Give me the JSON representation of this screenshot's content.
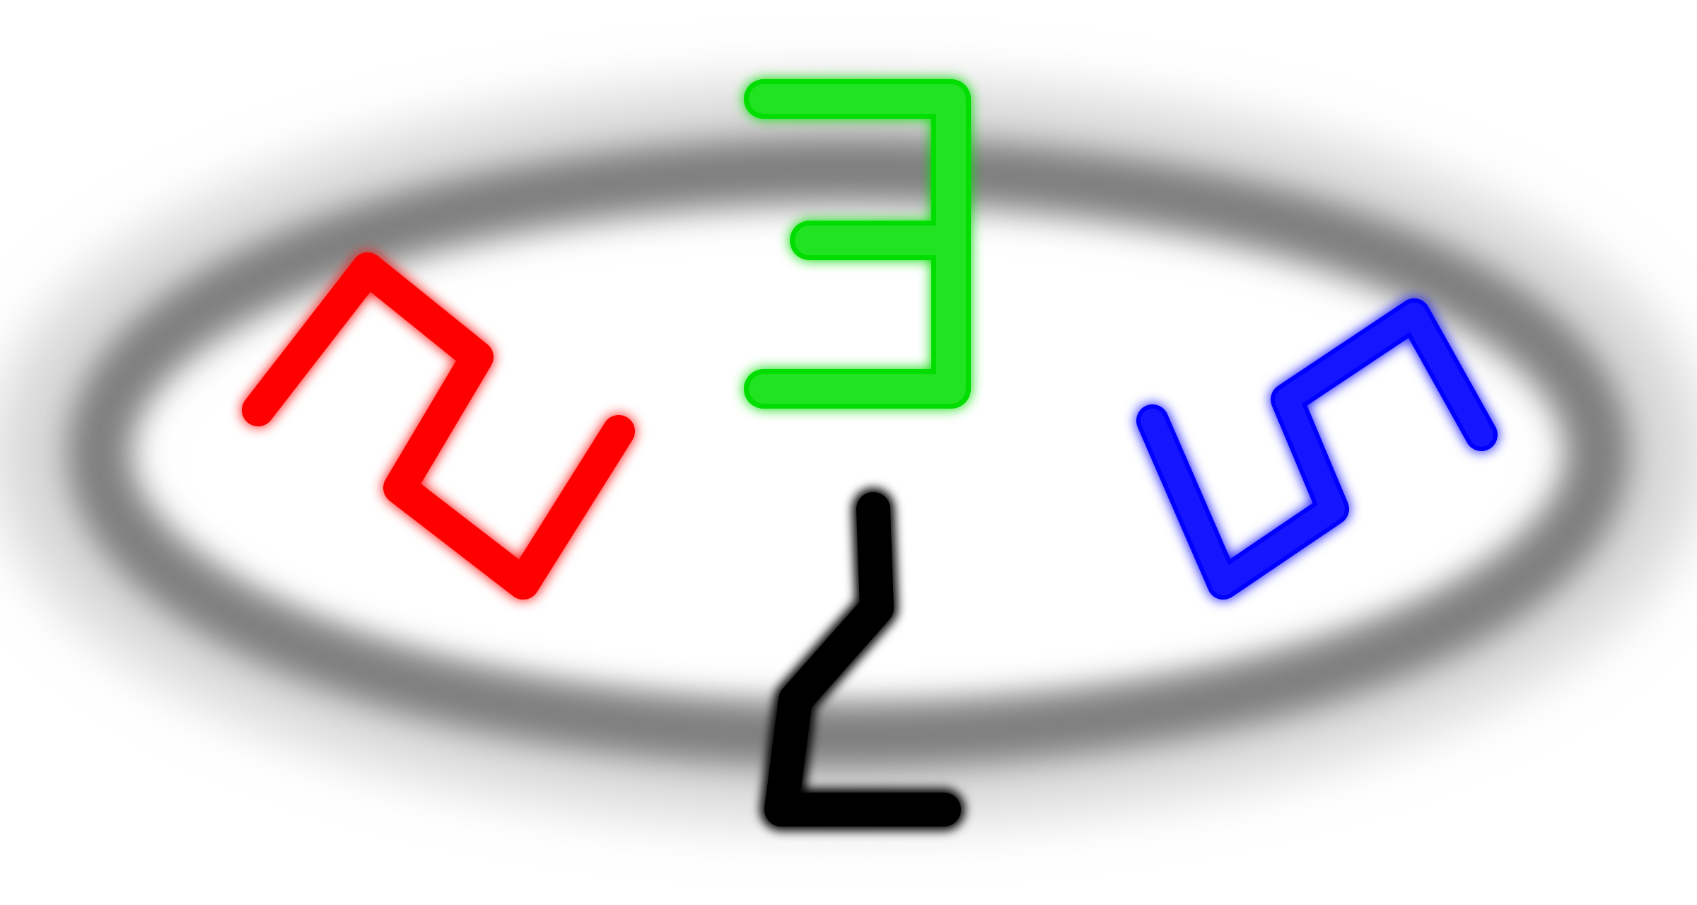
{
  "digits": [
    {
      "id": "red",
      "label": "2",
      "color": "#ff0000",
      "rotation_deg": 38
    },
    {
      "id": "green",
      "label": "3",
      "color": "#00dd00",
      "rotation_deg": 0
    },
    {
      "id": "blue",
      "label": "5",
      "color": "#0000ff",
      "rotation_deg": -35
    },
    {
      "id": "black",
      "label": "2",
      "color": "#000000",
      "rotation_deg": 0,
      "mirrored": true
    }
  ],
  "ring": {
    "color": "#333333"
  }
}
